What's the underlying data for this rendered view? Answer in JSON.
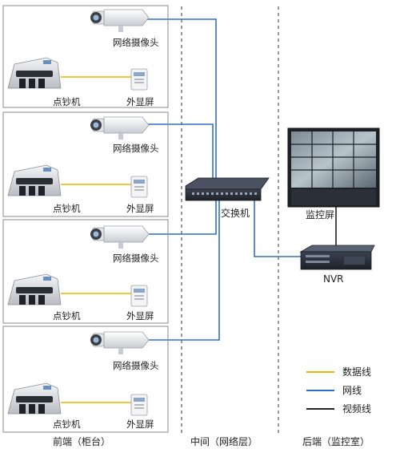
{
  "front": {
    "units": [
      {
        "camera_label": "网络摄像头",
        "counter_label": "点钞机",
        "display_label": "外显屏"
      },
      {
        "camera_label": "网络摄像头",
        "counter_label": "点钞机",
        "display_label": "外显屏"
      },
      {
        "camera_label": "网络摄像头",
        "counter_label": "点钞机",
        "display_label": "外显屏"
      },
      {
        "camera_label": "网络摄像头",
        "counter_label": "点钞机",
        "display_label": "外显屏"
      }
    ]
  },
  "middle": {
    "switch_label": "交换机"
  },
  "back": {
    "monitor_label": "监控屏",
    "nvr_label": "NVR"
  },
  "legend": {
    "items": [
      {
        "label": "数据线",
        "color": "#f0b400"
      },
      {
        "label": "网线",
        "color": "#2f6fc8"
      },
      {
        "label": "视频线",
        "color": "#222222"
      }
    ]
  },
  "footer": {
    "front_label": "前端（柜台）",
    "middle_label": "中间（网络层）",
    "back_label": "后端（监控室）"
  },
  "colors": {
    "data_line": "#f0b400",
    "network_line": "#2f6fc8",
    "video_line": "#222222"
  }
}
